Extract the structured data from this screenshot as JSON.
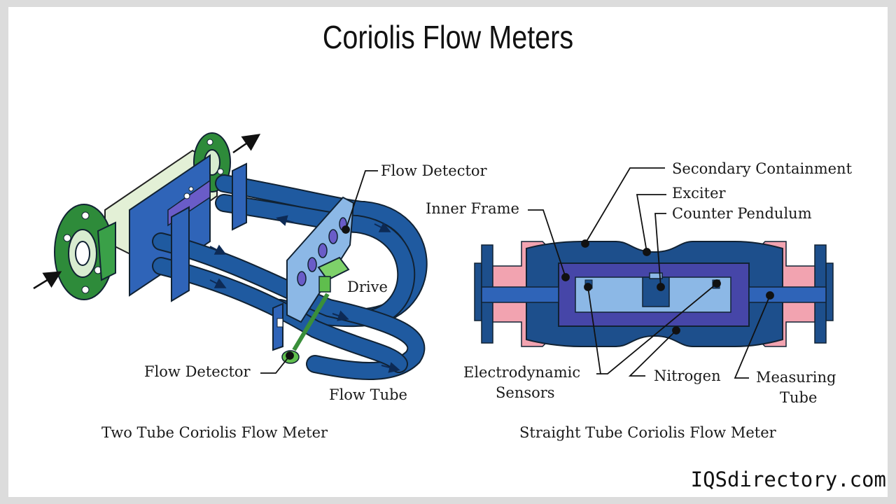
{
  "title": "Coriolis Flow Meters",
  "left_diagram": {
    "caption": "Two Tube Coriolis Flow Meter",
    "labels": {
      "flow_detector_top": "Flow Detector",
      "drive": "Drive",
      "flow_detector_bottom": "Flow Detector",
      "flow_tube": "Flow Tube"
    }
  },
  "right_diagram": {
    "caption": "Straight Tube Coriolis Flow Meter",
    "labels": {
      "secondary_containment": "Secondary Containment",
      "exciter": "Exciter",
      "inner_frame": "Inner Frame",
      "counter_pendulum": "Counter Pendulum",
      "electrodynamic_line1": "Electrodynamic",
      "electrodynamic_line2": "Sensors",
      "nitrogen": "Nitrogen",
      "measuring_line1": "Measuring",
      "measuring_line2": "Tube"
    }
  },
  "brand": "IQSdirectory.com",
  "colors": {
    "dark_blue": "#1d4f8c",
    "mid_blue": "#2f64b8",
    "purple": "#4646a8",
    "light_blue": "#8cb8e6",
    "pink": "#f2a3b0",
    "green": "#2e8b3a",
    "pale_green": "#e3f0d6"
  }
}
